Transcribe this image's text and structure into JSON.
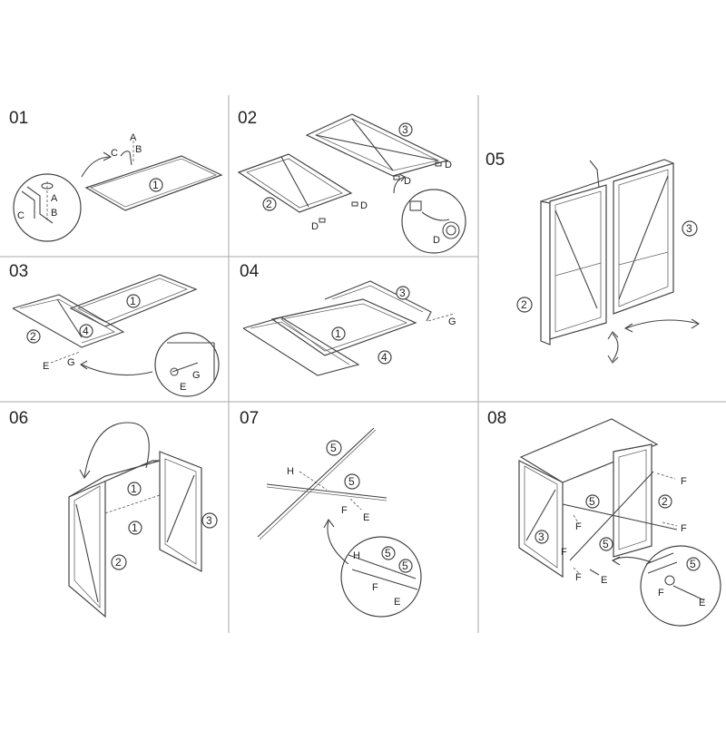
{
  "steps": [
    {
      "number": "01",
      "labels": {
        "part": "1",
        "letters": [
          "A",
          "B",
          "C",
          "A",
          "B",
          "C"
        ]
      }
    },
    {
      "number": "02",
      "labels": {
        "parts": [
          "2",
          "3"
        ],
        "letters": [
          "D",
          "D",
          "D",
          "D",
          "D"
        ]
      }
    },
    {
      "number": "03",
      "labels": {
        "parts": [
          "1",
          "2",
          "4"
        ],
        "letters": [
          "E",
          "G",
          "G",
          "E"
        ]
      }
    },
    {
      "number": "04",
      "labels": {
        "parts": [
          "1",
          "3",
          "4"
        ],
        "letters": [
          "G"
        ]
      }
    },
    {
      "number": "05",
      "labels": {
        "parts": [
          "2",
          "3"
        ]
      }
    },
    {
      "number": "06",
      "labels": {
        "parts": [
          "1",
          "1",
          "2",
          "3"
        ]
      }
    },
    {
      "number": "07",
      "labels": {
        "parts": [
          "5",
          "5",
          "5",
          "5"
        ],
        "letters": [
          "H",
          "F",
          "E",
          "H",
          "F",
          "E"
        ]
      }
    },
    {
      "number": "08",
      "labels": {
        "parts": [
          "2",
          "3",
          "5",
          "5",
          "5"
        ],
        "letters": [
          "F",
          "F",
          "F",
          "F",
          "F",
          "E",
          "F",
          "E"
        ]
      }
    }
  ],
  "colors": {
    "line": "#444444",
    "background": "#ffffff",
    "grid": "#aaaaaa"
  }
}
